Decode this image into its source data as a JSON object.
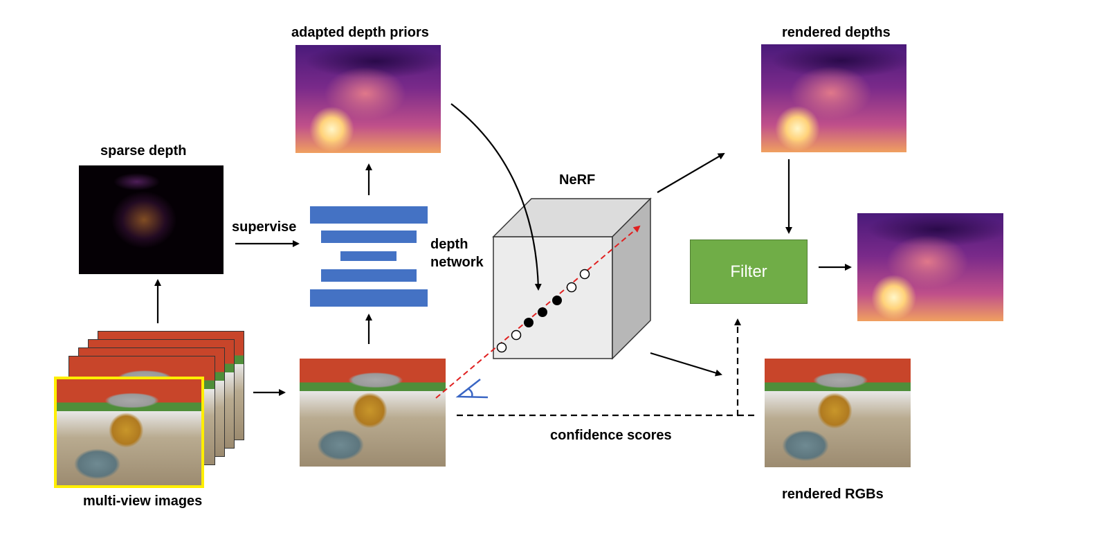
{
  "labels": {
    "adapted_depth_priors": "adapted depth priors",
    "rendered_depths": "rendered depths",
    "sparse_depth": "sparse depth",
    "supervise": "supervise",
    "depth_network": "depth network",
    "nerf": "NeRF",
    "filter": "Filter",
    "confidence_scores": "confidence scores",
    "multi_view_images": "multi-view images",
    "rendered_rgbs": "rendered RGBs"
  },
  "colors": {
    "network_layer": "#4472c4",
    "filter_fill": "#70ad47",
    "ray": "#e02020",
    "selected_frame": "#ffee00",
    "camera_icon": "#3a66c4"
  },
  "icons": {
    "camera": "camera-frustum-icon"
  }
}
